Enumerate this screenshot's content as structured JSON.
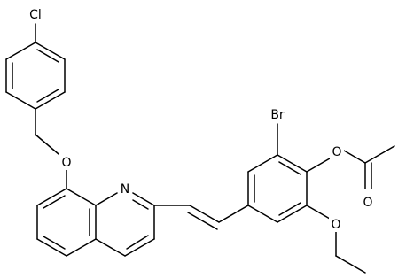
{
  "molecule": {
    "atom_labels": {
      "cl": "Cl",
      "o_ether": "O",
      "n_quinoline": "N",
      "br": "Br",
      "o_ester": "O",
      "o_carbonyl": "O",
      "o_ethoxy": "O"
    }
  }
}
